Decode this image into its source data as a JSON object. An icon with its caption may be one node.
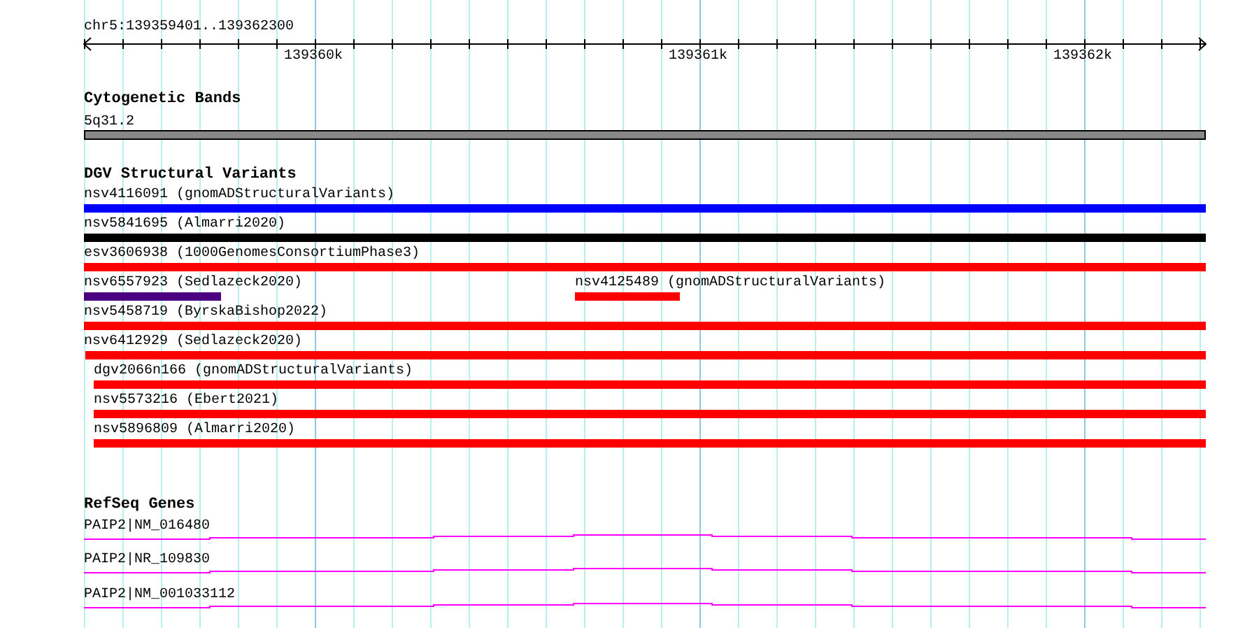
{
  "diagram": {
    "title": "chr5:139359401..139362300",
    "nodes": [
      {
        "text": [
          "Cytogenetic Bands"
        ]
      },
      {
        "text": [
          "5q31.2"
        ],
        "in": 0
      },
      {
        "text": [
          "DGV Structural Variants"
        ]
      },
      {
        "text": [
          "nsv4116091 (gnomADStructuralVariants)"
        ],
        "in": 2
      },
      {
        "text": [
          "nsv5841695 (Almarri2020)"
        ],
        "in": 2
      },
      {
        "text": [
          "esv3606938 (1000GenomesConsortiumPhase3)"
        ],
        "in": 2
      },
      {
        "text": [
          "nsv6557923 (Sedlazeck2020)"
        ],
        "in": 2
      },
      {
        "text": [
          "nsv4125489 (gnomADStructuralVariants)"
        ],
        "in": 2
      },
      {
        "text": [
          "nsv5458719 (ByrskaBishop2022)"
        ],
        "in": 2
      },
      {
        "text": [
          "nsv6412929 (Sedlazeck2020)"
        ],
        "in": 2
      },
      {
        "text": [
          "dgv2066n166 (gnomADStructuralVariants)"
        ],
        "in": 2
      },
      {
        "text": [
          "nsv5573216 (Ebert2021)"
        ],
        "in": 2
      },
      {
        "text": [
          "nsv5896809 (Almarri2020)"
        ],
        "in": 2
      },
      {
        "text": [
          "RefSeq Genes"
        ]
      },
      {
        "text": [
          "PAIP2|NM_016480"
        ],
        "in": 13
      },
      {
        "text": [
          "PAIP2|NR_109830"
        ],
        "in": 13
      },
      {
        "text": [
          "PAIP2|NM_001033112"
        ],
        "in": 13
      }
    ],
    "labels": [
      "139360k",
      "139361k",
      "139362k"
    ]
  }
}
